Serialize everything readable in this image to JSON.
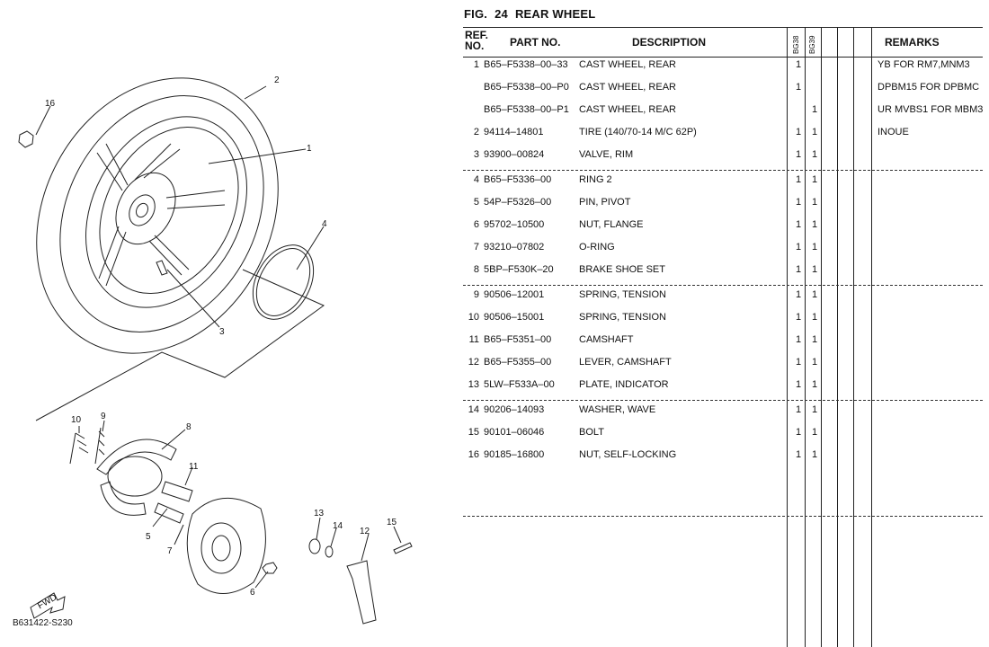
{
  "figure": {
    "label": "FIG.",
    "number": "24",
    "title": "REAR WHEEL",
    "drawing_code": "B631422-S230",
    "fwd_label": "FWD"
  },
  "table": {
    "headers": {
      "ref_line1": "REF.",
      "ref_line2": "NO.",
      "part_no": "PART NO.",
      "description": "DESCRIPTION",
      "model1": "BG38",
      "model2": "BG39",
      "remarks": "REMARKS"
    },
    "rows": [
      {
        "ref": "1",
        "part": "B65–F5338–00–33",
        "desc": "CAST WHEEL, REAR",
        "q1": "1",
        "q2": "",
        "remarks": "YB FOR RM7,MNM3"
      },
      {
        "ref": "",
        "part": "B65–F5338–00–P0",
        "desc": "CAST WHEEL, REAR",
        "q1": "1",
        "q2": "",
        "remarks": "DPBM15 FOR DPBMC"
      },
      {
        "ref": "",
        "part": "B65–F5338–00–P1",
        "desc": "CAST WHEEL, REAR",
        "q1": "",
        "q2": "1",
        "remarks": "UR MVBS1 FOR MBM3"
      },
      {
        "ref": "2",
        "part": "94114–14801",
        "desc": "TIRE (140/70-14 M/C 62P)",
        "q1": "1",
        "q2": "1",
        "remarks": "INOUE"
      },
      {
        "ref": "3",
        "part": "93900–00824",
        "desc": "VALVE, RIM",
        "q1": "1",
        "q2": "1",
        "remarks": ""
      },
      {
        "ref": "4",
        "part": "B65–F5336–00",
        "desc": "RING 2",
        "q1": "1",
        "q2": "1",
        "remarks": ""
      },
      {
        "ref": "5",
        "part": "54P–F5326–00",
        "desc": "PIN, PIVOT",
        "q1": "1",
        "q2": "1",
        "remarks": ""
      },
      {
        "ref": "6",
        "part": "95702–10500",
        "desc": "NUT, FLANGE",
        "q1": "1",
        "q2": "1",
        "remarks": ""
      },
      {
        "ref": "7",
        "part": "93210–07802",
        "desc": "O-RING",
        "q1": "1",
        "q2": "1",
        "remarks": ""
      },
      {
        "ref": "8",
        "part": "5BP–F530K–20",
        "desc": "BRAKE SHOE SET",
        "q1": "1",
        "q2": "1",
        "remarks": ""
      },
      {
        "ref": "9",
        "part": "90506–12001",
        "desc": "SPRING, TENSION",
        "q1": "1",
        "q2": "1",
        "remarks": ""
      },
      {
        "ref": "10",
        "part": "90506–15001",
        "desc": "SPRING, TENSION",
        "q1": "1",
        "q2": "1",
        "remarks": ""
      },
      {
        "ref": "11",
        "part": "B65–F5351–00",
        "desc": "CAMSHAFT",
        "q1": "1",
        "q2": "1",
        "remarks": ""
      },
      {
        "ref": "12",
        "part": "B65–F5355–00",
        "desc": "LEVER, CAMSHAFT",
        "q1": "1",
        "q2": "1",
        "remarks": ""
      },
      {
        "ref": "13",
        "part": "5LW–F533A–00",
        "desc": "PLATE, INDICATOR",
        "q1": "1",
        "q2": "1",
        "remarks": ""
      },
      {
        "ref": "14",
        "part": "90206–14093",
        "desc": "WASHER, WAVE",
        "q1": "1",
        "q2": "1",
        "remarks": ""
      },
      {
        "ref": "15",
        "part": "90101–06046",
        "desc": "BOLT",
        "q1": "1",
        "q2": "1",
        "remarks": ""
      },
      {
        "ref": "16",
        "part": "90185–16800",
        "desc": "NUT, SELF-LOCKING",
        "q1": "1",
        "q2": "1",
        "remarks": ""
      }
    ]
  },
  "callouts": [
    "1",
    "2",
    "3",
    "4",
    "5",
    "6",
    "7",
    "8",
    "9",
    "10",
    "11",
    "12",
    "13",
    "14",
    "15",
    "16"
  ]
}
